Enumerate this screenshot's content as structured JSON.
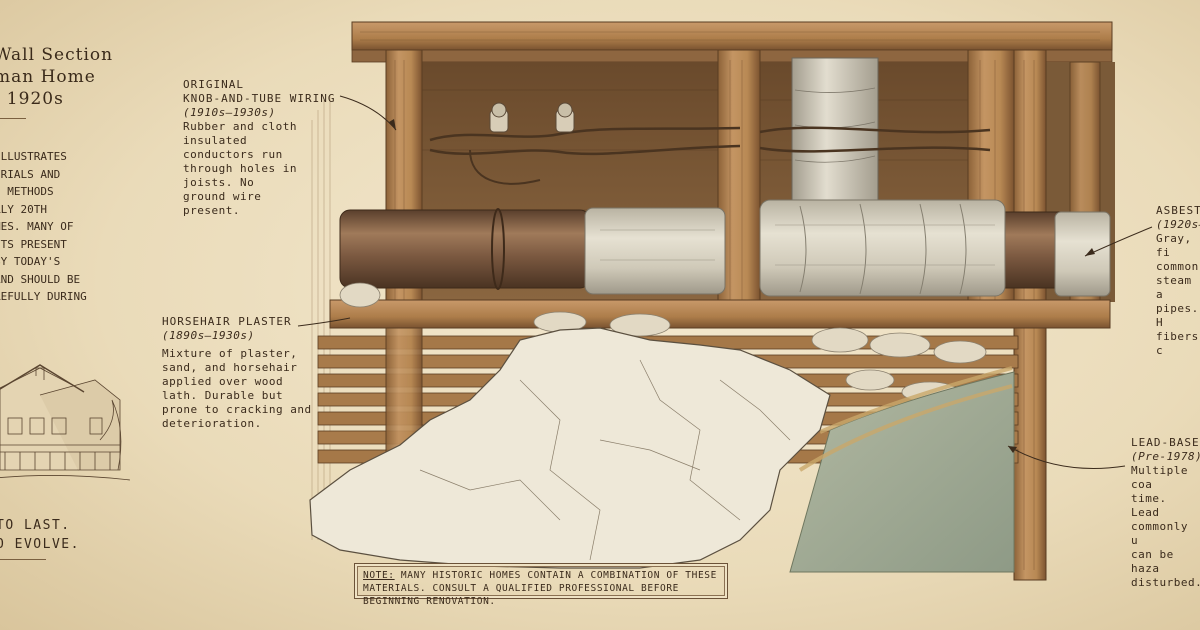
{
  "title": {
    "line1": "Wall Section",
    "line2": "man Home",
    "line3": ". 1920s"
  },
  "intro": "ILLUSTRATES\nERIALS AND\nN METHODS\nRLY 20TH\nMES. MANY OF\nNTS PRESENT\nBY TODAY'S\nAND SHOULD BE\nREFULLY DURING",
  "motto": "TO LAST.\nO EVOLVE.",
  "labels": {
    "knob_tube": {
      "title1": "Original",
      "title2": "Knob-and-Tube Wiring",
      "period": "(1910s–1930s)",
      "desc": "Rubber and cloth insulated conductors run through holes in joists. No ground wire present."
    },
    "horsehair": {
      "title": "Horsehair Plaster",
      "period": "(1890s–1930s)",
      "desc": "Mixture of plaster, sand, and horsehair applied over wood lath. Durable but prone to cracking and deterioration."
    },
    "asbestos": {
      "title": "Asbesto",
      "period": "(1920s–",
      "desc": "Gray, fi\ncommon\nsteam a\npipes. H\nfibers c"
    },
    "lead": {
      "title": "Lead-Base",
      "period": "(Pre-1978)",
      "desc": "Multiple coa\ntime. Lead\ncommonly u\ncan be haza\ndisturbed."
    }
  },
  "note": {
    "lead": "Note:",
    "text": " Many historic homes contain a combination of these materials. Consult a qualified professional before beginning renovation."
  },
  "colors": {
    "paper": "#efe2c4",
    "wood": "#b98a52",
    "wood_dark": "#7a5532",
    "plaster": "#e9e2cf",
    "asbestos": "#d7d2c2",
    "lead_paint": "#9aa58e",
    "pipe": "#7d5c44",
    "ink": "#3b2b1c"
  }
}
